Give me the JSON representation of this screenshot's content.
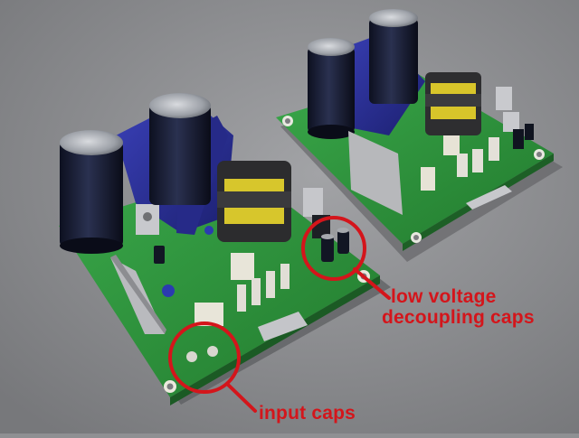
{
  "annotations": {
    "decoupling": {
      "line1": "low voltage",
      "line2": "decoupling caps"
    },
    "input": {
      "label": "input caps"
    }
  },
  "colors": {
    "pcb": "#2f9a3c",
    "heatsink": "#2a2f9c",
    "capacitor": "#161a2a",
    "annotation": "#d4151b",
    "background": "#8f9093"
  }
}
